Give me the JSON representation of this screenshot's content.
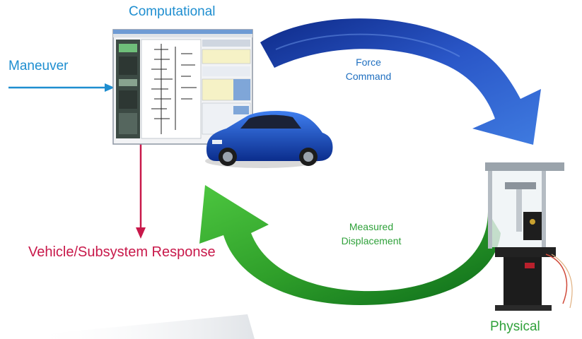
{
  "labels": {
    "computational": "Computational",
    "maneuver": "Maneuver",
    "force_command": "Force\nCommand",
    "measured_displacement": "Measured\nDisplacement",
    "response": "Vehicle/Subsystem Response",
    "physical": "Physical"
  },
  "colors": {
    "blue_text": "#1e8ed0",
    "force_arrow": "#1f49b4",
    "measure_arrow": "#2a9a2a",
    "response_arrow": "#c8184a",
    "physical_text": "#2fa13a"
  },
  "icons": {
    "software": "simulation-software-window",
    "car": "blue-sedan-car",
    "rig": "test-rig-machine"
  }
}
